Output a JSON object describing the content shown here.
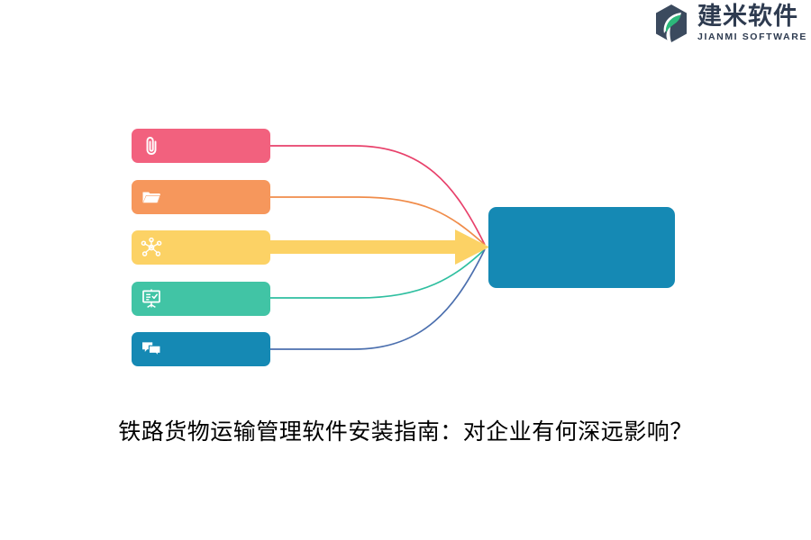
{
  "logo": {
    "mark_icon": "jianmi-hexagon-leaf-logo",
    "name_cn": "建米软件",
    "name_en": "JIANMI SOFTWARE",
    "mark_dark_color": "#3b4a5e",
    "mark_green_color": "#2cb87a",
    "text_color": "#2e3b50"
  },
  "diagram": {
    "nodes": [
      {
        "id": "attachment",
        "icon": "paperclip-icon",
        "label": "",
        "color": "#f2617e",
        "line_color": "#e8416b"
      },
      {
        "id": "folder",
        "icon": "folder-open-icon",
        "label": "",
        "color": "#f6975c",
        "line_color": "#f08c4a"
      },
      {
        "id": "network",
        "icon": "network-hub-icon",
        "label": "",
        "color": "#fcd265",
        "line_color": "#fcd265"
      },
      {
        "id": "presentation",
        "icon": "presentation-board-icon",
        "label": "",
        "color": "#41c4a5",
        "line_color": "#2fbfa0"
      },
      {
        "id": "chat",
        "icon": "chat-bubbles-icon",
        "label": "",
        "color": "#1589b4",
        "line_color": "#4b6fae"
      }
    ],
    "target": {
      "id": "result-node",
      "label": "",
      "color": "#1589b4"
    },
    "emphasis_arrow": {
      "from": "network",
      "to": "result-node",
      "color": "#fcd265"
    }
  },
  "caption": {
    "text": "铁路货物运输管理软件安装指南：对企业有何深远影响？"
  }
}
